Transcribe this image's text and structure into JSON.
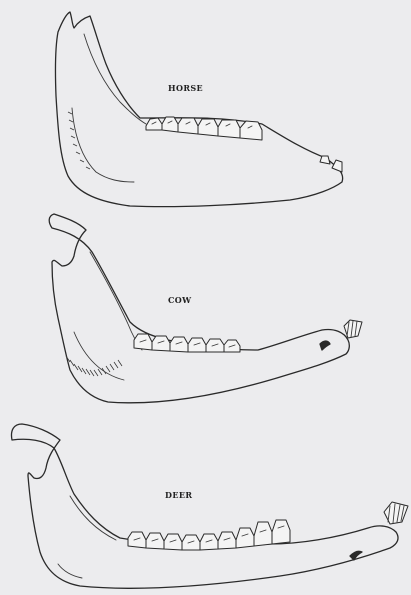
{
  "labels": {
    "horse": "HORSE",
    "cow": "COW",
    "deer": "DEER"
  },
  "colors": {
    "background": "#ececee",
    "ink": "#2a2a2a"
  }
}
